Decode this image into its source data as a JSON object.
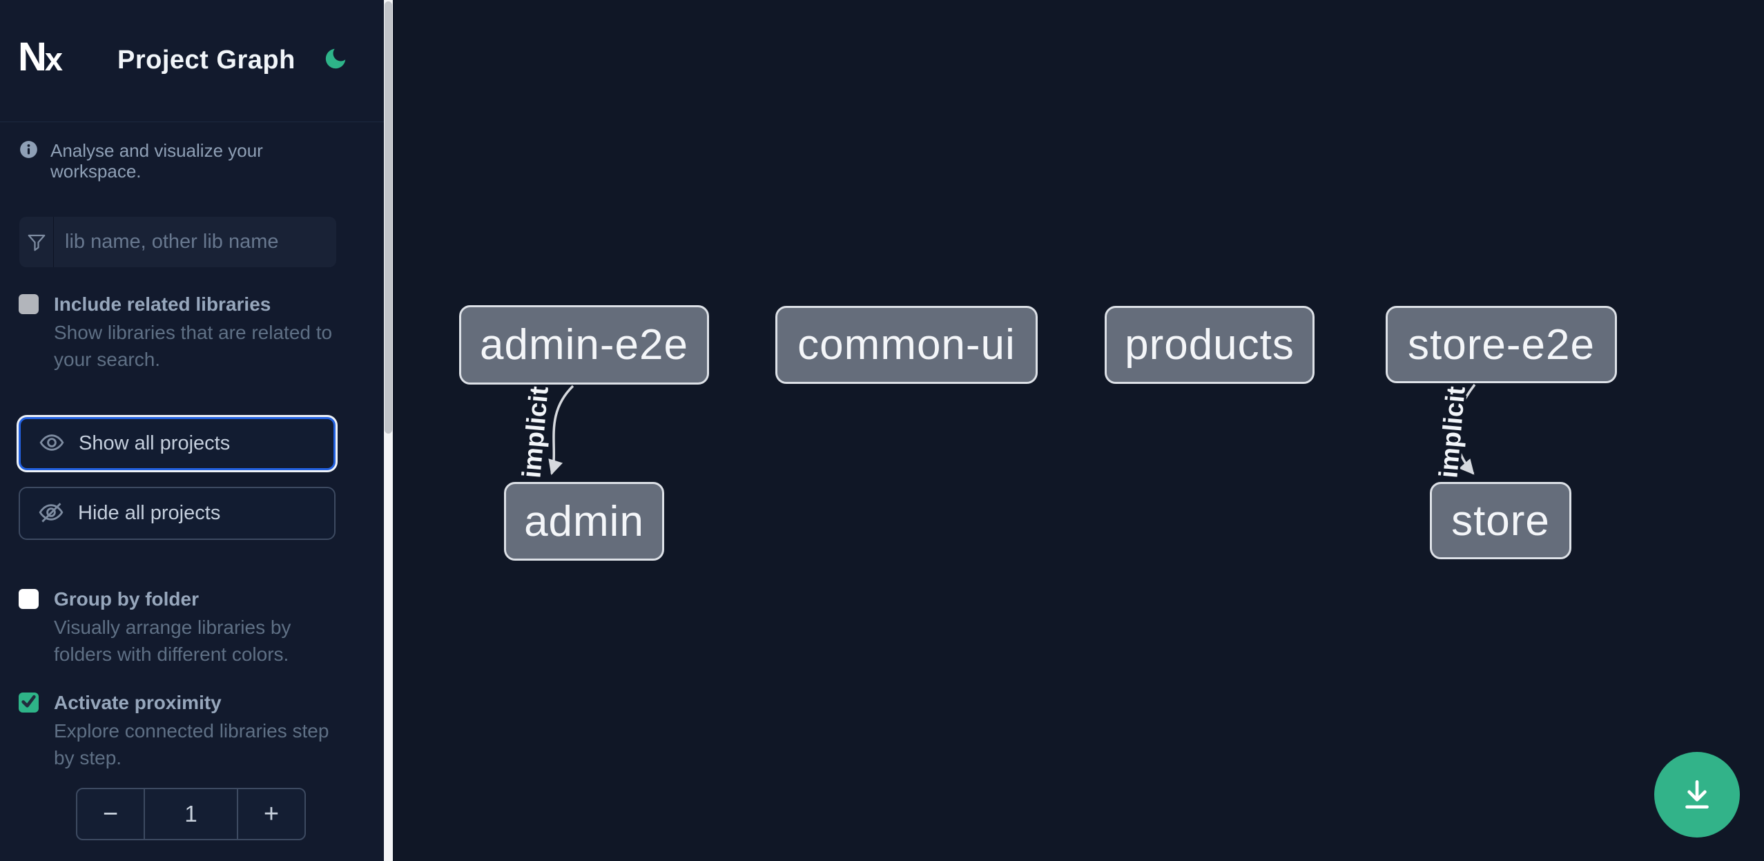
{
  "app": {
    "title": "Project Graph",
    "logo_n": "N",
    "logo_x": "x"
  },
  "sidebar": {
    "intro": "Analyse and visualize your workspace.",
    "filter_input": {
      "placeholder": "lib name, other lib name",
      "value": ""
    },
    "include_related": {
      "label": "Include related libraries",
      "description": "Show libraries that are related to your search.",
      "checked": false
    },
    "show_all_label": "Show all projects",
    "hide_all_label": "Hide all projects",
    "group_by_folder": {
      "label": "Group by folder",
      "description": "Visually arrange libraries by folders with different colors.",
      "checked": false
    },
    "activate_proximity": {
      "label": "Activate proximity",
      "description": "Explore connected libraries step by step.",
      "checked": true
    },
    "proximity_stepper": {
      "decrement_label": "−",
      "value": "1",
      "increment_label": "+"
    }
  },
  "graph": {
    "nodes": [
      {
        "label": "admin-e2e"
      },
      {
        "label": "common-ui"
      },
      {
        "label": "products"
      },
      {
        "label": "store-e2e"
      },
      {
        "label": "admin"
      },
      {
        "label": "store"
      }
    ],
    "edges": [
      {
        "from": "admin-e2e",
        "to": "admin",
        "label": "implicit"
      },
      {
        "from": "store-e2e",
        "to": "store",
        "label": "implicit"
      }
    ]
  },
  "fab": {
    "icon": "download-icon"
  },
  "colors": {
    "sidebar_bg": "#121a2d",
    "canvas_bg": "#101726",
    "accent_blue": "#2361e0",
    "green": "#2eb488",
    "node_fill": "#656d7b",
    "node_border": "#dde1e7",
    "edge": "#d6d9de"
  }
}
